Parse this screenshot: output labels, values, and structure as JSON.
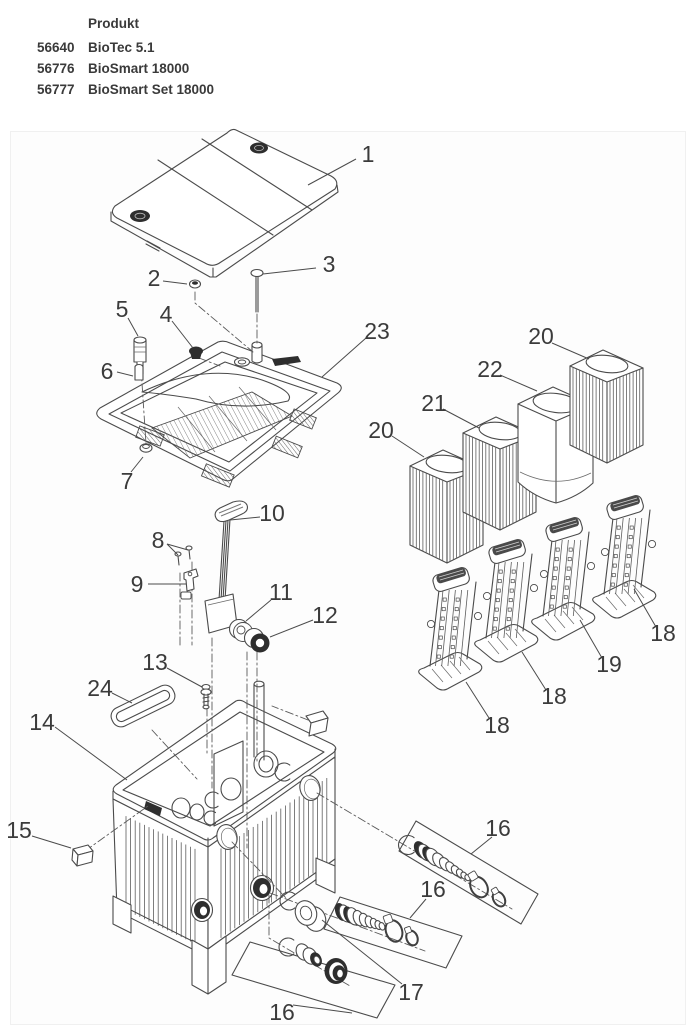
{
  "header": {
    "title": "Produkt",
    "products": [
      {
        "code": "56640",
        "name": "BioTec 5.1"
      },
      {
        "code": "56776",
        "name": "BioSmart 18000"
      },
      {
        "code": "56777",
        "name": "BioSmart Set 18000"
      }
    ]
  },
  "diagram": {
    "callouts": [
      {
        "label": "1"
      },
      {
        "label": "2"
      },
      {
        "label": "3"
      },
      {
        "label": "4"
      },
      {
        "label": "5"
      },
      {
        "label": "6"
      },
      {
        "label": "7"
      },
      {
        "label": "8"
      },
      {
        "label": "9"
      },
      {
        "label": "10"
      },
      {
        "label": "11"
      },
      {
        "label": "12"
      },
      {
        "label": "13"
      },
      {
        "label": "14"
      },
      {
        "label": "15"
      },
      {
        "label": "16"
      },
      {
        "label": "16"
      },
      {
        "label": "16"
      },
      {
        "label": "17"
      },
      {
        "label": "18"
      },
      {
        "label": "18"
      },
      {
        "label": "18"
      },
      {
        "label": "19"
      },
      {
        "label": "20"
      },
      {
        "label": "20"
      },
      {
        "label": "21"
      },
      {
        "label": "22"
      },
      {
        "label": "23"
      },
      {
        "label": "24"
      }
    ]
  }
}
